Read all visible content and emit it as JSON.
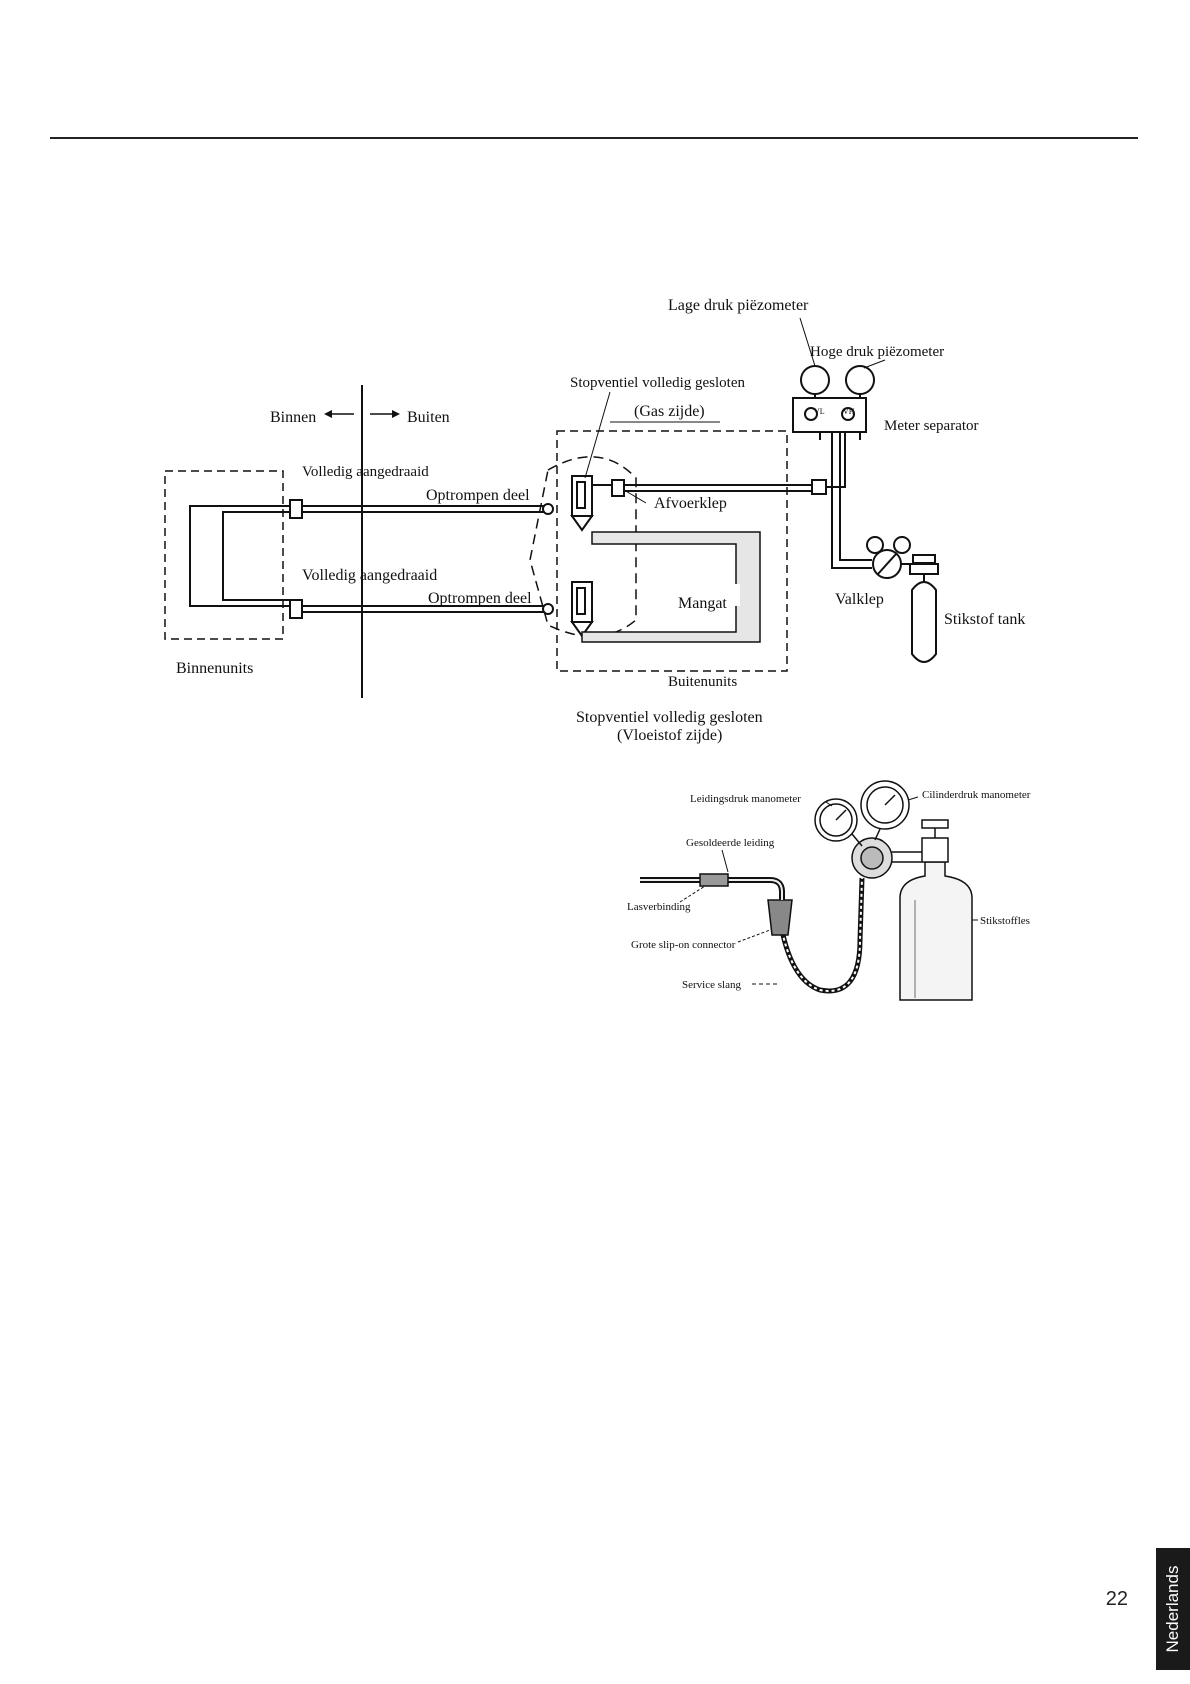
{
  "diagram1": {
    "low_gauge": "Lage druk piëzometer",
    "high_gauge": "Hoge druk piëzometer",
    "stop_valve_gas_1": "Stopventiel volledig gesloten",
    "stop_valve_gas_2": "(Gas zijde)",
    "meter_separator": "Meter separator",
    "inside": "Binnen",
    "outside": "Buiten",
    "fully_tightened_1": "Volledig aangedraaid",
    "fully_tightened_2": "Volledig aangedraaid",
    "flare_1": "Optrompen deel",
    "flare_2": "Optrompen deel",
    "discharge_valve": "Afvoerklep",
    "manhole": "Mangat",
    "relief_valve": "Valklep",
    "nitrogen_tank": "Stikstof tank",
    "indoor_units": "Binnenunits",
    "outdoor_units": "Buitenunits",
    "stop_valve_liquid_1": "Stopventiel volledig gesloten",
    "stop_valve_liquid_2": "(Vloeistof zijde)",
    "vl": "VL",
    "vh": "VH"
  },
  "diagram2": {
    "pipe_pressure_gauge": "Leidingsdruk manometer",
    "cylinder_pressure_gauge": "Cilinderdruk manometer",
    "soldered_pipe": "Gesoldeerde leiding",
    "weld_joint": "Lasverbinding",
    "slip_on_connector": "Grote slip-on connector",
    "service_hose": "Service slang",
    "nitrogen_bottle": "Stikstoffles"
  },
  "footer": {
    "page_number": "22",
    "language": "Nederlands"
  }
}
